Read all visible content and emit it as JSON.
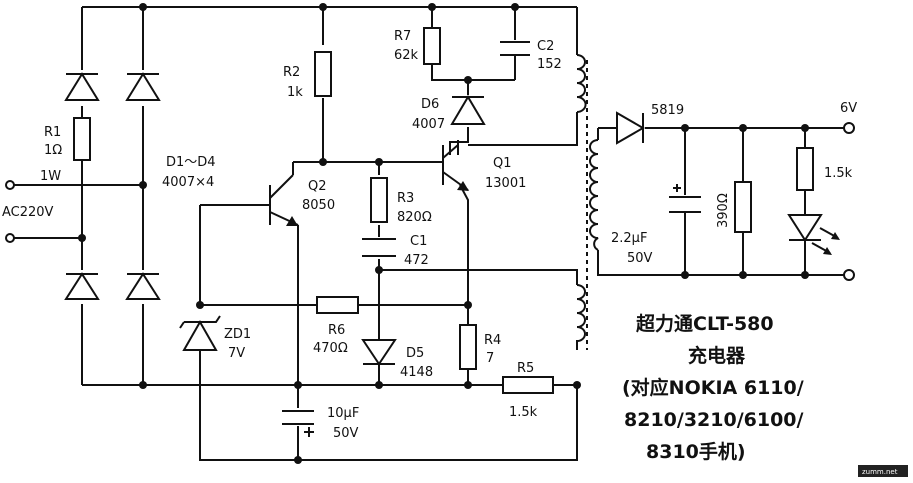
{
  "labels": {
    "r1_name": "R1",
    "r1_value": "1Ω",
    "r1_power": "1W",
    "ac_input": "AC220V",
    "d1d4_name": "D1～D4",
    "d1d4_value": "4007×4",
    "r2_name": "R2",
    "r2_value": "1k",
    "q2_name": "Q2",
    "q2_value": "8050",
    "r7_name": "R7",
    "r7_value": "62k",
    "c2_name": "C2",
    "c2_value": "152",
    "d6_name": "D6",
    "d6_value": "4007",
    "q1_name": "Q1",
    "q1_value": "13001",
    "r3_name": "R3",
    "r3_value": "820Ω",
    "c1_name": "C1",
    "c1_value": "472",
    "zd1_name": "ZD1",
    "zd1_value": "7V",
    "r6_name": "R6",
    "r6_value": "470Ω",
    "d5_name": "D5",
    "d5_value": "4148",
    "r4_name": "R4",
    "r4_value": "7",
    "r5_name": "R5",
    "r5_value": "1.5k",
    "c3_value": "10μF",
    "c3_voltage": "50V",
    "d_out_value": "5819",
    "v_out": "6V",
    "c4_value": "2.2μF",
    "c4_voltage": "50V",
    "r_load_value": "390Ω",
    "r_led_value": "1.5k"
  },
  "caption": {
    "line1": "超力通CLT-580",
    "line2": "充电器",
    "line3": "(对应NOKIA 6110/",
    "line4": "8210/3210/6100/",
    "line5": "8310手机)"
  },
  "watermark": "zumm.net"
}
